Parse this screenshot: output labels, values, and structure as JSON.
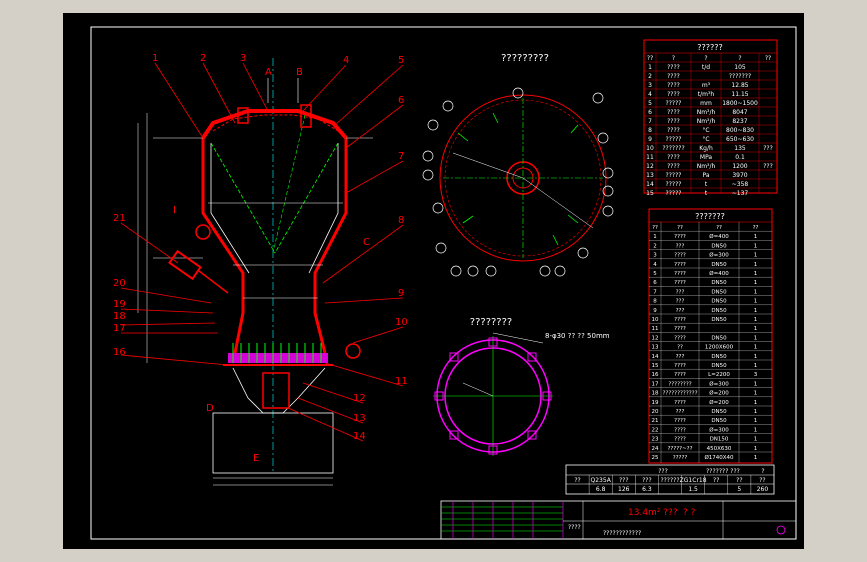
{
  "colors": {
    "background": "#000000",
    "frame": "#ffffff",
    "shell": "#ff0000",
    "centerline": "#00ff00",
    "cyan": "#00ffff",
    "yellow": "#ffff00",
    "magenta": "#ff00ff",
    "grey": "#d4d0c8"
  },
  "top_view": {
    "title": "?????????"
  },
  "section_view": {
    "title": "????????",
    "callout": "8-φ30 ?? ?? 50mm"
  },
  "callouts_left": [
    "21",
    "20",
    "19",
    "18",
    "17",
    "16"
  ],
  "callouts_right": [
    "5",
    "6",
    "7",
    "8",
    "9",
    "10",
    "11",
    "12",
    "13",
    "14"
  ],
  "callouts_top": [
    "1",
    "2",
    "3",
    "4"
  ],
  "view_markers": [
    "A",
    "B",
    "C",
    "I",
    "D",
    "E"
  ],
  "tech_table": {
    "title": "??????",
    "header": [
      "??",
      "?",
      "?",
      "?",
      "??"
    ],
    "rows": [
      [
        "1",
        "????",
        "t/d",
        "105",
        ""
      ],
      [
        "2",
        "????",
        "",
        "???????",
        ""
      ],
      [
        "3",
        "????",
        "m³",
        "12.85",
        ""
      ],
      [
        "4",
        "????",
        "t/m³h",
        "11.15",
        ""
      ],
      [
        "5",
        "?????",
        "mm",
        "1800~1500",
        ""
      ],
      [
        "6",
        "????",
        "Nm³/h",
        "8047",
        ""
      ],
      [
        "7",
        "????",
        "Nm³/h",
        "8237",
        ""
      ],
      [
        "8",
        "????",
        "°C",
        "800~830",
        ""
      ],
      [
        "9",
        "?????",
        "°C",
        "650~630",
        ""
      ],
      [
        "10",
        "???????",
        "Kg/h",
        "135",
        "???"
      ],
      [
        "11",
        "????",
        "MPa",
        "0.1",
        ""
      ],
      [
        "12",
        "????",
        "Nm³/h",
        "1200",
        "???"
      ],
      [
        "13",
        "?????",
        "Pa",
        "3970",
        ""
      ],
      [
        "14",
        "?????",
        "t",
        "~358",
        ""
      ],
      [
        "15",
        "?????",
        "t",
        "~137",
        ""
      ]
    ]
  },
  "parts_table": {
    "title": "???????",
    "header": [
      "??",
      "??",
      "??",
      "??"
    ],
    "rows": [
      [
        "1",
        "????",
        "Ø=400",
        "1"
      ],
      [
        "2",
        "???",
        "DN50",
        "1"
      ],
      [
        "3",
        "????",
        "Ø=300",
        "1"
      ],
      [
        "4",
        "????",
        "DN50",
        "1"
      ],
      [
        "5",
        "????",
        "Ø=400",
        "1"
      ],
      [
        "6",
        "????",
        "DN50",
        "1"
      ],
      [
        "7",
        "???",
        "DN50",
        "1"
      ],
      [
        "8",
        "???",
        "DN50",
        "1"
      ],
      [
        "9",
        "???",
        "DN50",
        "1"
      ],
      [
        "10",
        "????",
        "DN50",
        "1"
      ],
      [
        "11",
        "????",
        "",
        "1"
      ],
      [
        "12",
        "????",
        "DN50",
        "1"
      ],
      [
        "13",
        "??",
        "1200X600",
        "1"
      ],
      [
        "14",
        "???",
        "DN50",
        "1"
      ],
      [
        "15",
        "????",
        "DN50",
        "1"
      ],
      [
        "16",
        "????",
        "L=2200",
        "3"
      ],
      [
        "17",
        "????????",
        "Ø=300",
        "1"
      ],
      [
        "18",
        "????????????",
        "Ø=200",
        "1"
      ],
      [
        "19",
        "????",
        "Ø=200",
        "1"
      ],
      [
        "20",
        "???",
        "DN50",
        "1"
      ],
      [
        "21",
        "????",
        "DN50",
        "1"
      ],
      [
        "22",
        "????",
        "Ø=300",
        "1"
      ],
      [
        "23",
        "????",
        "DN150",
        "1"
      ],
      [
        "24",
        "?????~??",
        "450X630",
        "1"
      ],
      [
        "25",
        "?????",
        "Ø1740X40",
        "1"
      ]
    ]
  },
  "summary_table": {
    "title_row": [
      "???",
      "??????? ???",
      "?"
    ],
    "header": [
      "??",
      "Q235A",
      "???",
      "???",
      "??????",
      "ZG1Cr18",
      "??",
      "??",
      "??"
    ],
    "values": [
      "",
      "6.8",
      "126",
      "6.3",
      "",
      "1.5",
      "",
      "5",
      "260"
    ]
  },
  "title_block": {
    "drawing_name": "13.4m² ???",
    "label": "? ?",
    "company": "????????????",
    "scale_label": "????"
  }
}
